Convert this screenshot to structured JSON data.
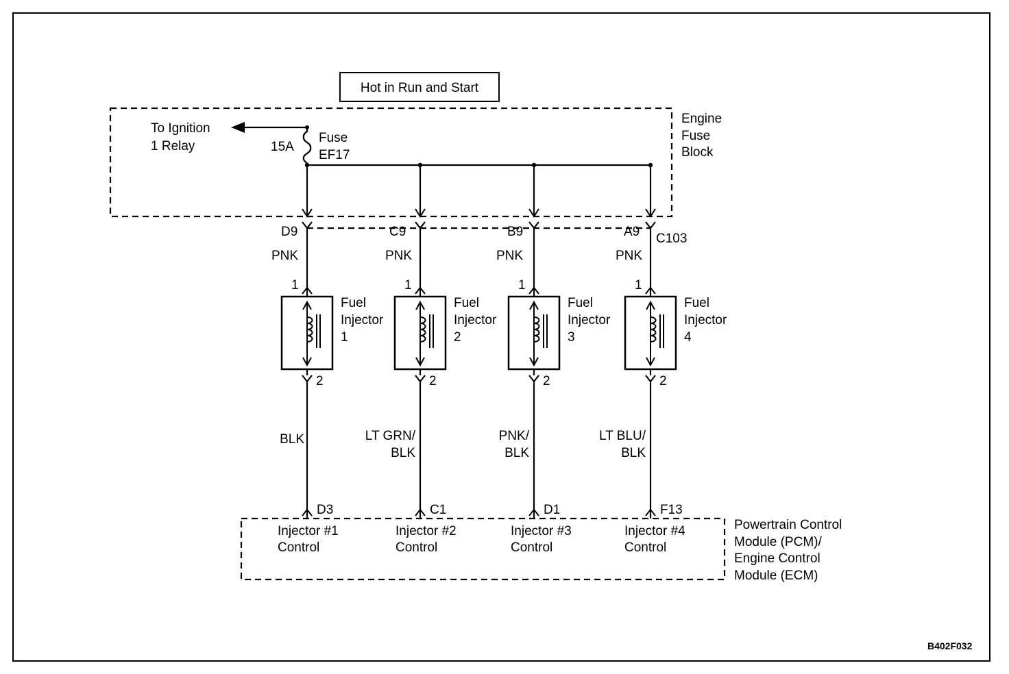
{
  "header": {
    "power_label": "Hot in Run and Start"
  },
  "fuse_block": {
    "label_lines": [
      "Engine",
      "Fuse",
      "Block"
    ],
    "to_relay_lines": [
      "To Ignition",
      "1 Relay"
    ],
    "fuse_rating": "15A",
    "fuse_lines": [
      "Fuse",
      "EF17"
    ]
  },
  "connector": {
    "name": "C103"
  },
  "injectors": [
    {
      "fuse_pin": "D9",
      "supply_wire": "PNK",
      "pin_in": "1",
      "label_lines": [
        "Fuel",
        "Injector",
        "1"
      ],
      "pin_out": "2",
      "control_wire_lines": [
        "BLK"
      ],
      "pcm_pin": "D3",
      "control_lines": [
        "Injector #1",
        "Control"
      ]
    },
    {
      "fuse_pin": "C9",
      "supply_wire": "PNK",
      "pin_in": "1",
      "label_lines": [
        "Fuel",
        "Injector",
        "2"
      ],
      "pin_out": "2",
      "control_wire_lines": [
        "LT GRN/",
        "BLK"
      ],
      "pcm_pin": "C1",
      "control_lines": [
        "Injector #2",
        "Control"
      ]
    },
    {
      "fuse_pin": "B9",
      "supply_wire": "PNK",
      "pin_in": "1",
      "label_lines": [
        "Fuel",
        "Injector",
        "3"
      ],
      "pin_out": "2",
      "control_wire_lines": [
        "PNK/",
        "BLK"
      ],
      "pcm_pin": "D1",
      "control_lines": [
        "Injector #3",
        "Control"
      ]
    },
    {
      "fuse_pin": "A9",
      "supply_wire": "PNK",
      "pin_in": "1",
      "label_lines": [
        "Fuel",
        "Injector",
        "4"
      ],
      "pin_out": "2",
      "control_wire_lines": [
        "LT BLU/",
        "BLK"
      ],
      "pcm_pin": "F13",
      "control_lines": [
        "Injector #4",
        "Control"
      ]
    }
  ],
  "pcm": {
    "label_lines": [
      "Powertrain Control",
      "Module (PCM)/",
      "Engine Control",
      "Module (ECM)"
    ]
  },
  "figure_id": "B402F032"
}
